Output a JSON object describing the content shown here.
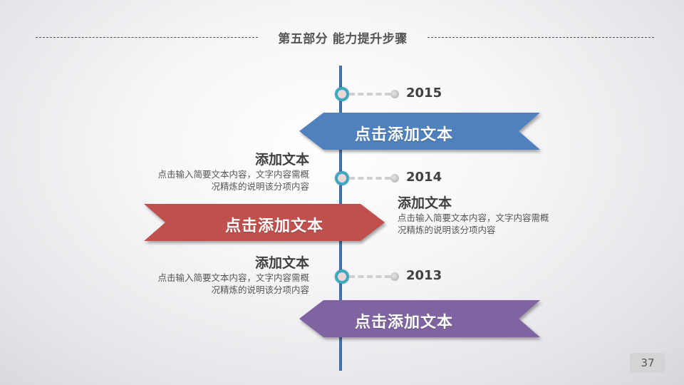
{
  "header": {
    "title": "第五部分  能力提升步骤"
  },
  "timeline": {
    "years": [
      "2015",
      "2014",
      "2013"
    ]
  },
  "ribbons": [
    {
      "label": "点击添加文本",
      "color": "#4f81bd",
      "direction": "left"
    },
    {
      "label": "点击添加文本",
      "color": "#c0504d",
      "direction": "right"
    },
    {
      "label": "点击添加文本",
      "color": "#8064a2",
      "direction": "left"
    }
  ],
  "descriptions": [
    {
      "title": "添加文本",
      "line1": "点击输入简要文本内容，文字内容需概",
      "line2": "况精炼的说明该分项内容"
    },
    {
      "title": "添加文本",
      "line1": "点击输入简要文本内容，文字内容需概",
      "line2": "况精炼的说明该分项内容"
    },
    {
      "title": "添加文本",
      "line1": "点击输入简要文本内容，文字内容需概",
      "line2": "况精炼的说明该分项内容"
    }
  ],
  "colors": {
    "timeline": "#4a7fbd",
    "node_ring": "#3fa7c0",
    "blue": "#4f81bd",
    "red": "#c0504d",
    "purple": "#8064a2"
  },
  "footer": {
    "page_number": "37"
  }
}
